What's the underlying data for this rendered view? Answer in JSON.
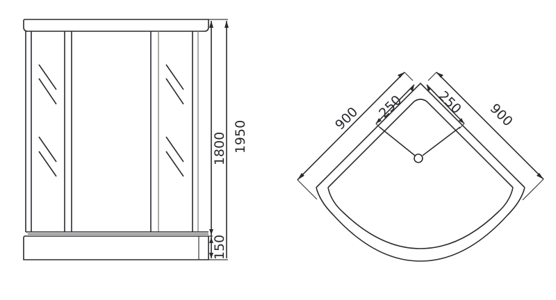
{
  "front_view": {
    "label": "front-elevation",
    "dimensions": {
      "total_height": "1950",
      "door_height": "1800",
      "tray_height": "150"
    }
  },
  "plan_view": {
    "label": "top-plan",
    "dimensions": {
      "left_side": "900",
      "right_side": "900",
      "left_panel_offset": "250",
      "right_panel_offset": "250"
    }
  },
  "colors": {
    "line": "#2a2a2e",
    "background": "#ffffff"
  }
}
